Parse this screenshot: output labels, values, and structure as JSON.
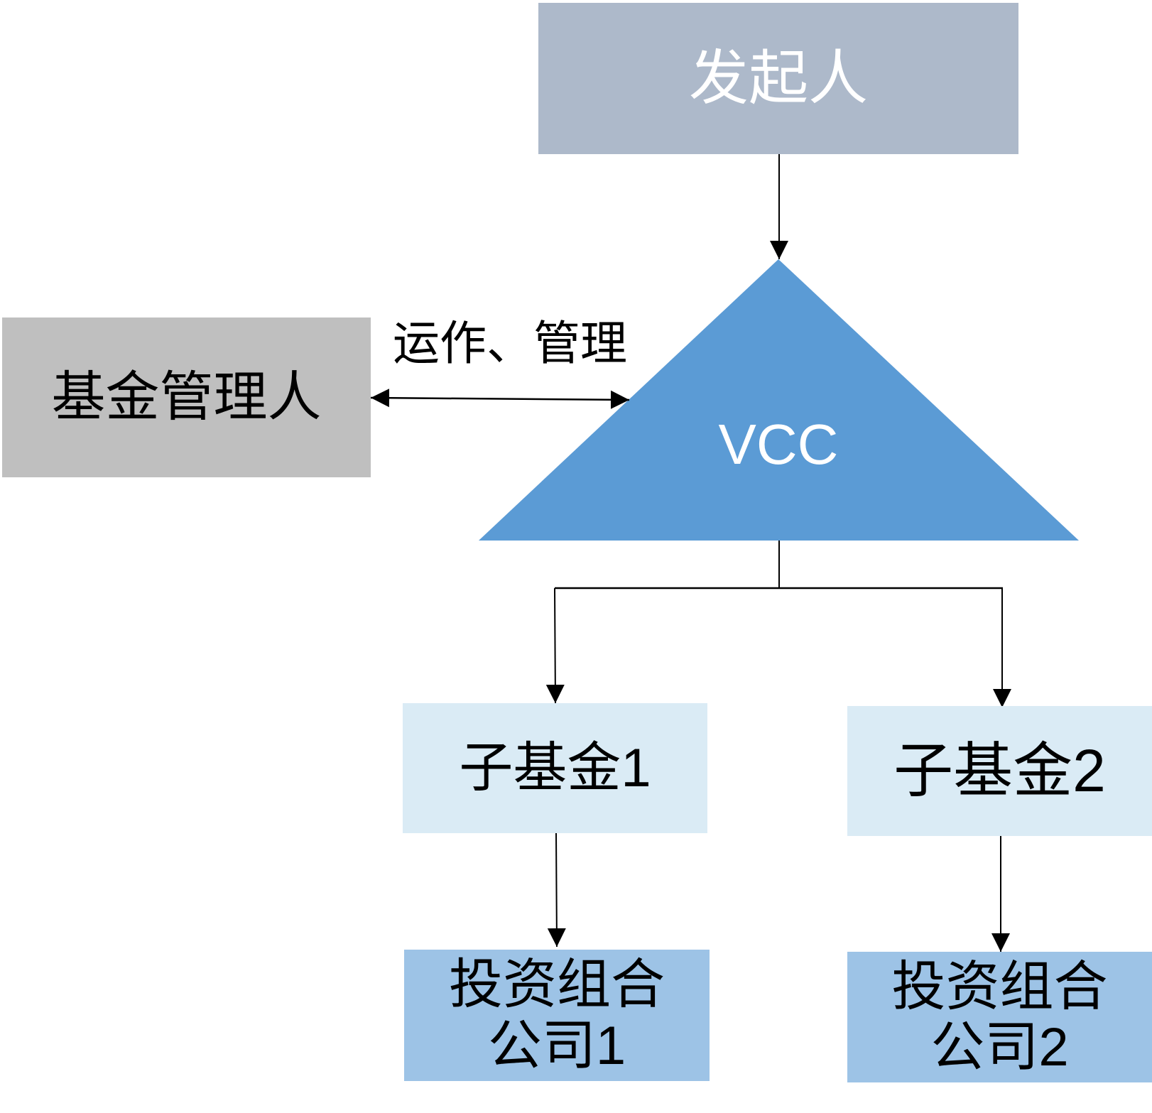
{
  "nodes": {
    "sponsor": {
      "label": "发起人",
      "color": "#ADB9CA"
    },
    "vcc": {
      "label": "VCC",
      "color": "#5B9BD5",
      "shape": "triangle"
    },
    "fund_manager": {
      "label": "基金管理人",
      "color": "#BFBFBF"
    },
    "sub_fund_1": {
      "label": "子基金1",
      "color": "#DAEBF5"
    },
    "sub_fund_2": {
      "label": "子基金2",
      "color": "#DAEBF5"
    },
    "portfolio_1": {
      "line1": "投资组合",
      "line2": "公司1",
      "color": "#9DC3E6"
    },
    "portfolio_2": {
      "line1": "投资组合",
      "line2": "公司2",
      "color": "#9DC3E6"
    }
  },
  "edges": [
    {
      "from": "sponsor",
      "to": "vcc",
      "type": "arrow"
    },
    {
      "from": "fund_manager",
      "to": "vcc",
      "type": "bidirectional",
      "label": "运作、管理"
    },
    {
      "from": "vcc",
      "to": "sub_fund_1",
      "type": "arrow"
    },
    {
      "from": "vcc",
      "to": "sub_fund_2",
      "type": "arrow"
    },
    {
      "from": "sub_fund_1",
      "to": "portfolio_1",
      "type": "arrow"
    },
    {
      "from": "sub_fund_2",
      "to": "portfolio_2",
      "type": "arrow"
    }
  ],
  "edge_labels": {
    "manager_vcc": "运作、管理"
  }
}
